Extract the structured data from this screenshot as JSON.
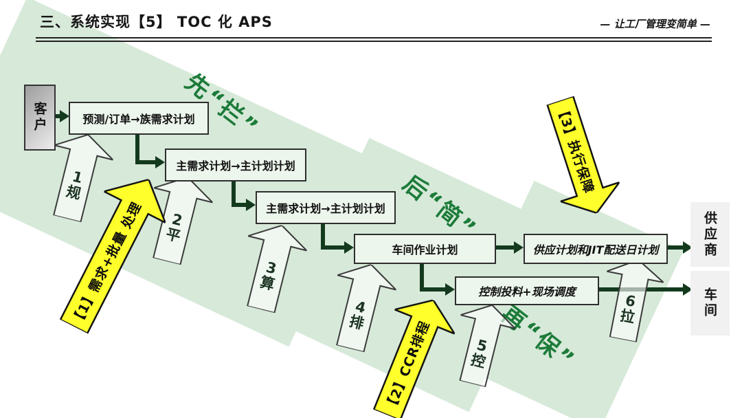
{
  "header": {
    "title": "三、系统实现【5】 TOC 化 APS",
    "slogan": "— 让工厂管理变简单 —"
  },
  "endpoints": {
    "customer": "客户",
    "supplier": "供应商",
    "workshop": "车间"
  },
  "flow_boxes": [
    {
      "label": "预测/订单→族需求计划"
    },
    {
      "label": "主需求计划→主计划计划"
    },
    {
      "label": "主需求计划→主计划计划"
    },
    {
      "label": "车间作业计划"
    },
    {
      "label": "供应计划和JIT配送日计划"
    },
    {
      "label": "控制投料+现场调度"
    }
  ],
  "step_arrows": [
    {
      "num": "1",
      "char": "规"
    },
    {
      "num": "2",
      "char": "平"
    },
    {
      "num": "3",
      "char": "算"
    },
    {
      "num": "4",
      "char": "排"
    },
    {
      "num": "5",
      "char": "控"
    },
    {
      "num": "6",
      "char": "拉"
    }
  ],
  "yellow_arrows": [
    {
      "label": "【1】需求+批量 处理"
    },
    {
      "label": "【2】CCR排程"
    },
    {
      "label": "【3】执行保障"
    }
  ],
  "captions": [
    {
      "text": "先“拦”"
    },
    {
      "text": "后“简”"
    },
    {
      "text": "再“保”"
    }
  ],
  "colors": {
    "band_green": "#d7e9d9",
    "caption_green": "#1c7b39",
    "connector": "#143a1e",
    "yellow": "#ffff2b",
    "box_fill": "#edf6ed"
  }
}
